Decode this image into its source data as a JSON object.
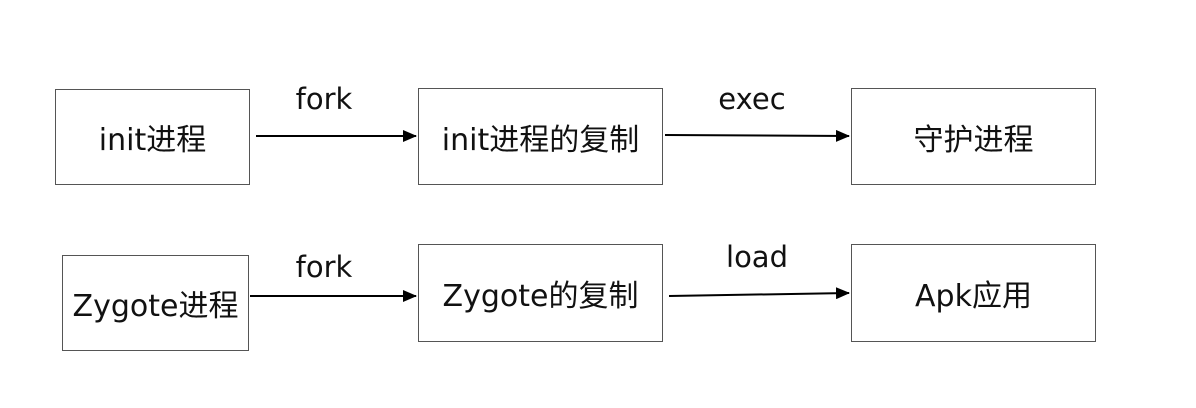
{
  "colors": {
    "stroke": "#000000",
    "box_border": "#555555",
    "text": "#111111",
    "background": "#ffffff"
  },
  "nodes": [
    {
      "id": "init",
      "label": "init进程"
    },
    {
      "id": "init-copy",
      "label": "init进程的复制"
    },
    {
      "id": "daemon",
      "label": "守护进程"
    },
    {
      "id": "zygote",
      "label": "Zygote进程"
    },
    {
      "id": "zygote-copy",
      "label": "Zygote的复制"
    },
    {
      "id": "apk",
      "label": "Apk应用"
    }
  ],
  "edges": [
    {
      "from": "init",
      "to": "init-copy",
      "label": "fork"
    },
    {
      "from": "init-copy",
      "to": "daemon",
      "label": "exec"
    },
    {
      "from": "zygote",
      "to": "zygote-copy",
      "label": "fork"
    },
    {
      "from": "zygote-copy",
      "to": "apk",
      "label": "load"
    }
  ]
}
